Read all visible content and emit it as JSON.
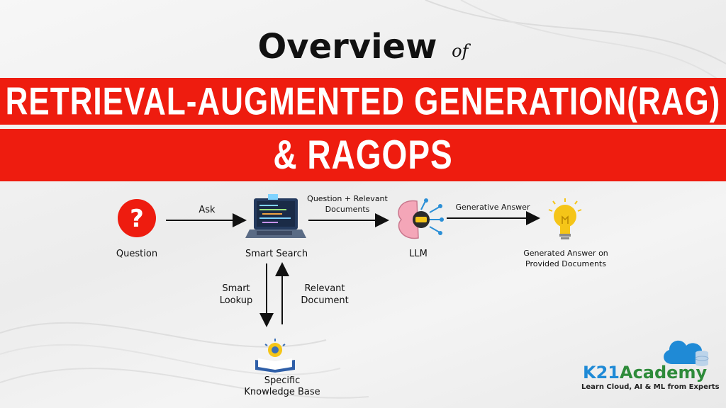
{
  "header": {
    "overview": "Overview",
    "of": "of",
    "line1": "RETRIEVAL-AUGMENTED GENERATION(RAG)",
    "line2": "& RAGOPS"
  },
  "diagram": {
    "nodes": {
      "question": "Question",
      "smart_search": "Smart Search",
      "llm": "LLM",
      "answer": "Generated Answer on Provided Documents",
      "knowledge_base": "Specific Knowledge Base"
    },
    "edges": {
      "ask": "Ask",
      "question_docs": "Question + Relevant Documents",
      "generative_answer": "Generative Answer",
      "smart_lookup": "Smart Lookup",
      "relevant_document": "Relevant Document"
    }
  },
  "branding": {
    "logo_name": "K21Academy",
    "tagline": "Learn Cloud, AI & ML from Experts"
  },
  "colors": {
    "accent_red": "#ee1c0f",
    "logo_blue": "#1f8ad6",
    "logo_green": "#2e8b3a",
    "bulb_yellow": "#f5c518"
  }
}
